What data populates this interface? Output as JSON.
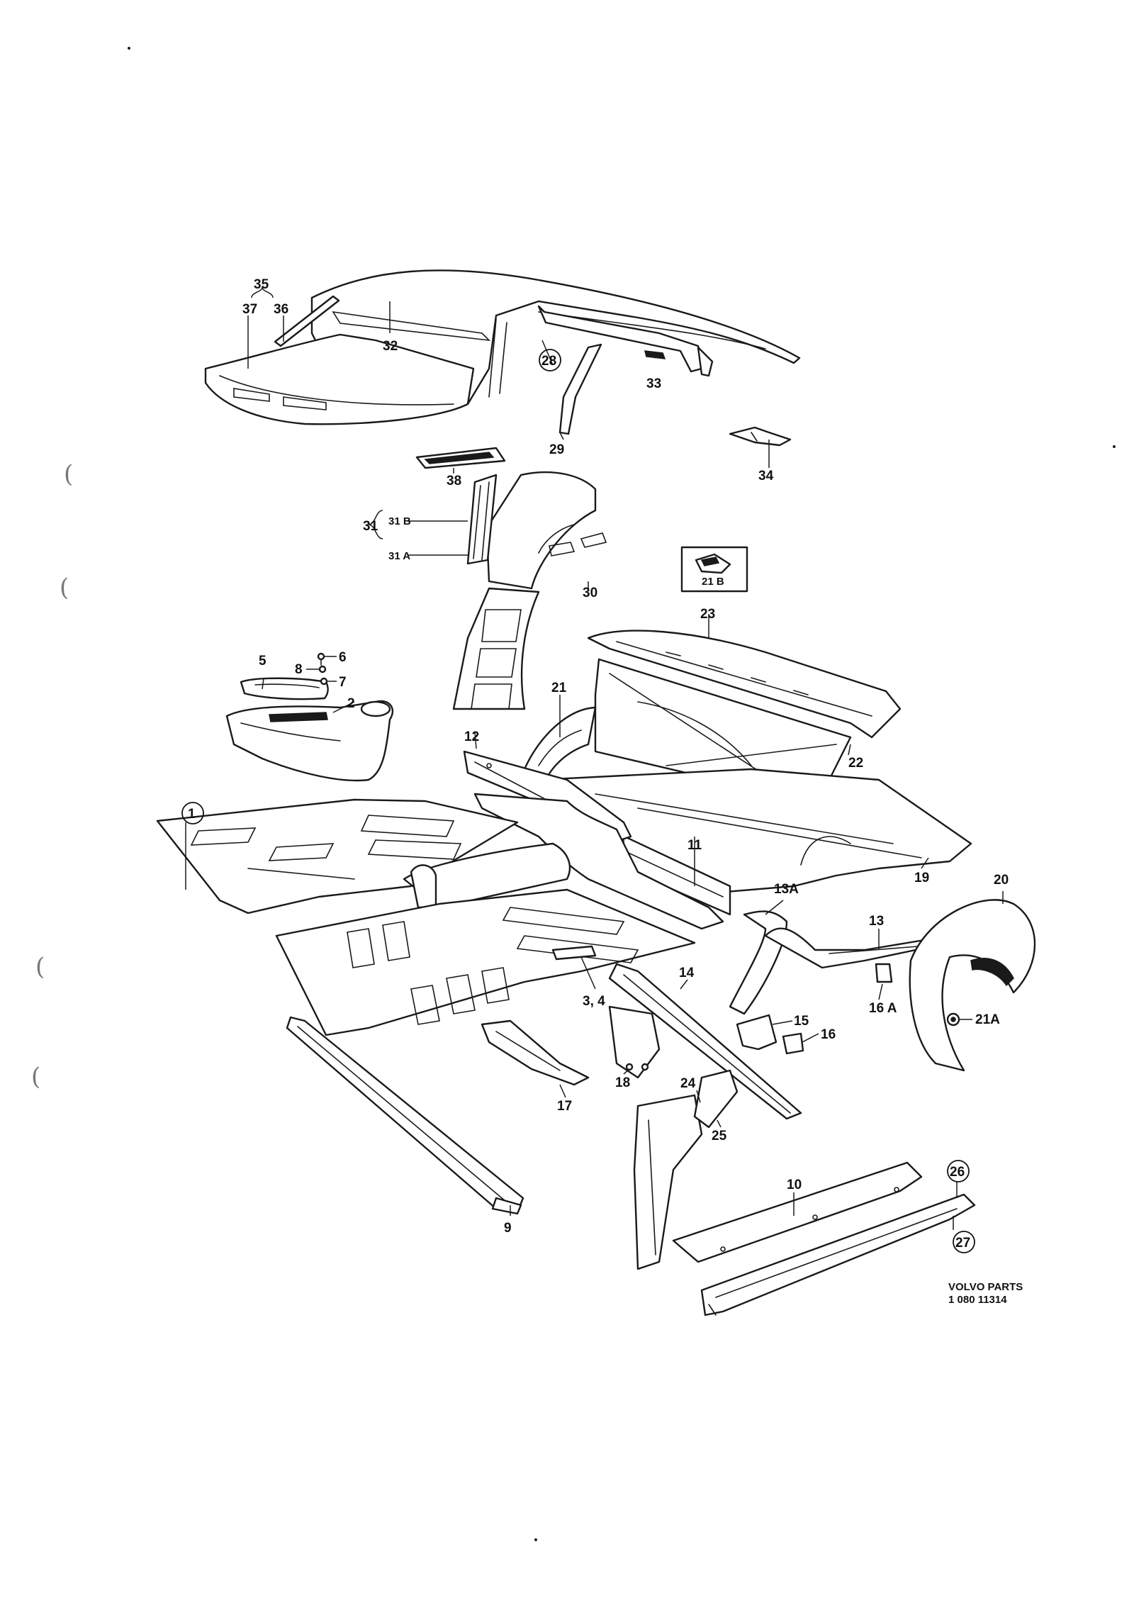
{
  "labels": {
    "l1": "1",
    "l2": "2",
    "l34": "3, 4",
    "l5": "5",
    "l6": "6",
    "l7": "7",
    "l8": "8",
    "l9": "9",
    "l10": "10",
    "l11": "11",
    "l12": "12",
    "l13": "13",
    "l13a": "13A",
    "l14": "14",
    "l15": "15",
    "l16": "16",
    "l16a": "16 A",
    "l17": "17",
    "l18": "18",
    "l19": "19",
    "l20": "20",
    "l21": "21",
    "l21a": "21A",
    "l21b": "21 B",
    "l22": "22",
    "l23": "23",
    "l24": "24",
    "l25": "25",
    "l26": "26",
    "l27": "27",
    "l28": "28",
    "l29": "29",
    "l30": "30",
    "l31": "31",
    "l31a": "31 A",
    "l31b": "31 B",
    "l32": "32",
    "l33": "33",
    "l34b": "34",
    "l35": "35",
    "l36": "36",
    "l37": "37",
    "l38": "38"
  },
  "stamp": {
    "line1": "VOLVO PARTS",
    "line2": "1   080   11314"
  },
  "margin_marks": [
    "(",
    "(",
    "(",
    "("
  ]
}
